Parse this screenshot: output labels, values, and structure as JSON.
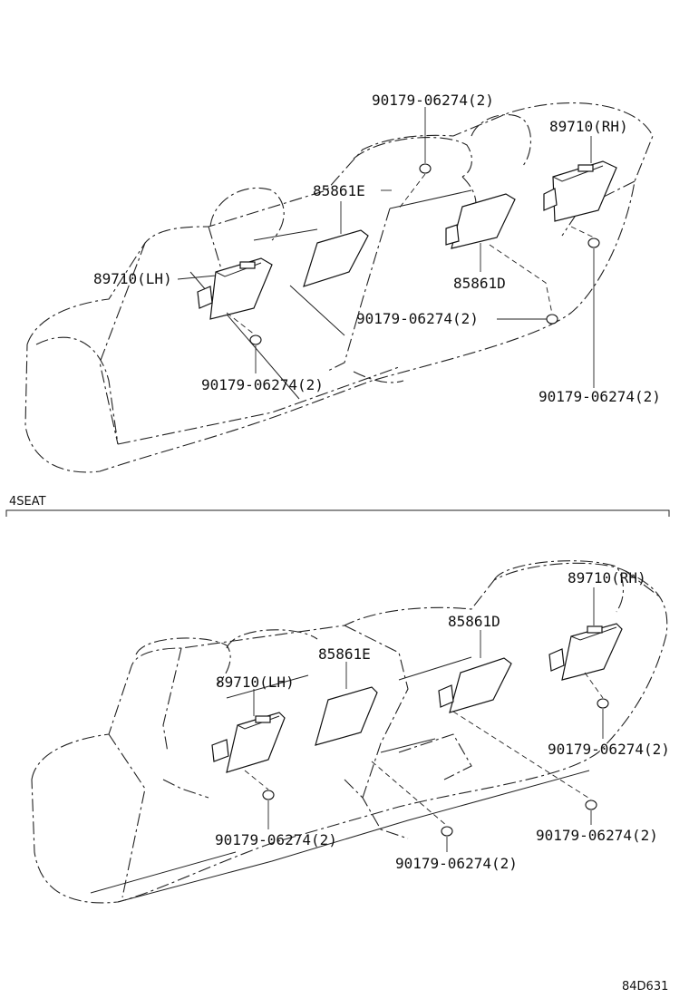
{
  "diagram": {
    "section_label": "4SEAT",
    "figure_code": "84D631",
    "top": {
      "sensor_rh": "89710(RH)",
      "sensor_lh": "89710(LH)",
      "mat_e": "85861E",
      "mat_d": "85861D",
      "nut_top": "90179-06274(2)",
      "nut_mid": "90179-06274(2)",
      "nut_left": "90179-06274(2)",
      "nut_right": "90179-06274(2)"
    },
    "bottom": {
      "sensor_rh": "89710(RH)",
      "sensor_lh": "89710(LH)",
      "mat_e": "85861E",
      "mat_d": "85861D",
      "nut_right": "90179-06274(2)",
      "nut_right2": "90179-06274(2)",
      "nut_left": "90179-06274(2)",
      "nut_mid": "90179-06274(2)"
    }
  }
}
